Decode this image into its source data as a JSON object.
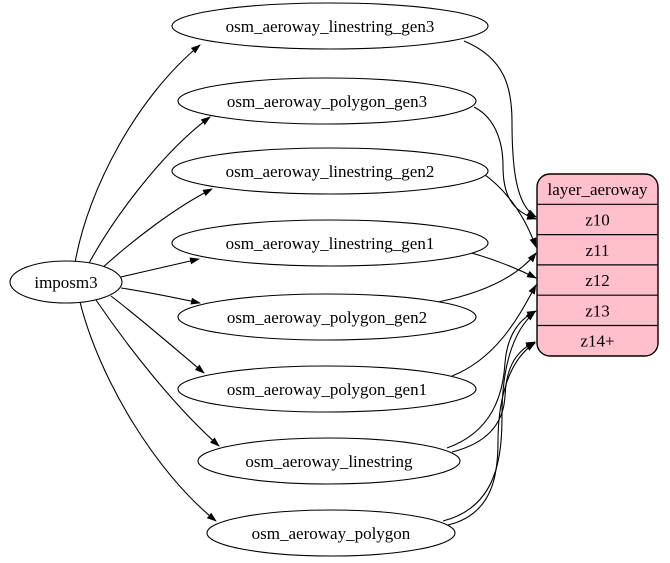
{
  "diagram": {
    "background": "#ffffff",
    "edge_color": "#000000",
    "source_node": {
      "label": "imposm3",
      "fill": "#ffffff",
      "stroke": "#000000"
    },
    "table_nodes": [
      {
        "label": "osm_aeroway_linestring_gen3"
      },
      {
        "label": "osm_aeroway_polygon_gen3"
      },
      {
        "label": "osm_aeroway_linestring_gen2"
      },
      {
        "label": "osm_aeroway_linestring_gen1"
      },
      {
        "label": "osm_aeroway_polygon_gen2"
      },
      {
        "label": "osm_aeroway_polygon_gen1"
      },
      {
        "label": "osm_aeroway_linestring"
      },
      {
        "label": "osm_aeroway_polygon"
      }
    ],
    "record_node": {
      "title": "layer_aeroway",
      "rows": [
        "z10",
        "z11",
        "z12",
        "z13",
        "z14+"
      ],
      "fill": "#ffc0cb",
      "stroke": "#000000"
    },
    "edges": [
      {
        "from": "imposm3",
        "to": "osm_aeroway_linestring_gen3"
      },
      {
        "from": "imposm3",
        "to": "osm_aeroway_polygon_gen3"
      },
      {
        "from": "imposm3",
        "to": "osm_aeroway_linestring_gen2"
      },
      {
        "from": "imposm3",
        "to": "osm_aeroway_linestring_gen1"
      },
      {
        "from": "imposm3",
        "to": "osm_aeroway_polygon_gen2"
      },
      {
        "from": "imposm3",
        "to": "osm_aeroway_polygon_gen1"
      },
      {
        "from": "imposm3",
        "to": "osm_aeroway_linestring"
      },
      {
        "from": "imposm3",
        "to": "osm_aeroway_polygon"
      },
      {
        "from": "osm_aeroway_linestring_gen3",
        "to": "layer_aeroway:z10"
      },
      {
        "from": "osm_aeroway_polygon_gen3",
        "to": "layer_aeroway:z10"
      },
      {
        "from": "osm_aeroway_linestring_gen2",
        "to": "layer_aeroway:z11"
      },
      {
        "from": "osm_aeroway_polygon_gen2",
        "to": "layer_aeroway:z11"
      },
      {
        "from": "osm_aeroway_linestring_gen1",
        "to": "layer_aeroway:z12"
      },
      {
        "from": "osm_aeroway_polygon_gen1",
        "to": "layer_aeroway:z12"
      },
      {
        "from": "osm_aeroway_linestring",
        "to": "layer_aeroway:z13"
      },
      {
        "from": "osm_aeroway_polygon",
        "to": "layer_aeroway:z13"
      },
      {
        "from": "osm_aeroway_linestring",
        "to": "layer_aeroway:z14+"
      },
      {
        "from": "osm_aeroway_polygon",
        "to": "layer_aeroway:z14+"
      }
    ]
  }
}
